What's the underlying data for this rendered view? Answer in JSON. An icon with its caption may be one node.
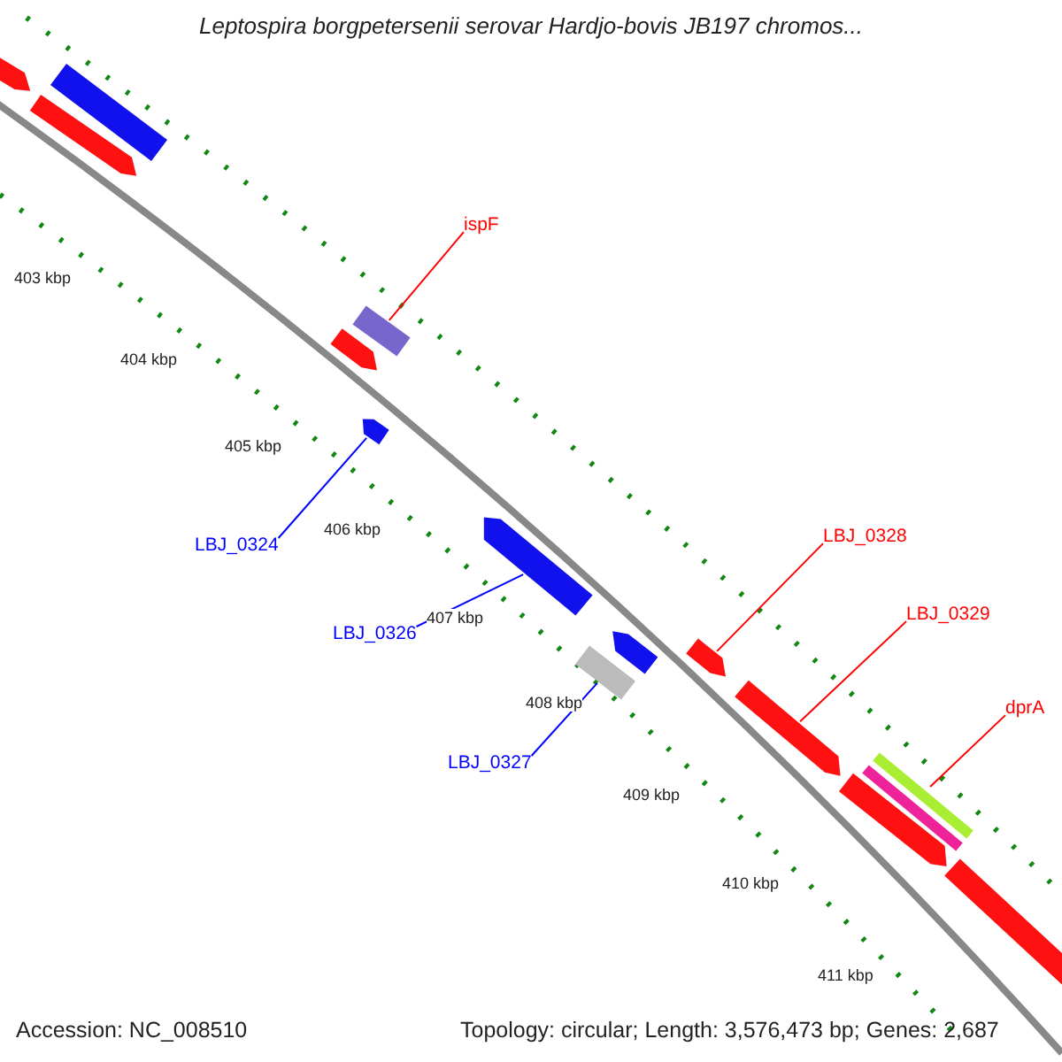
{
  "diagram": {
    "title": "Leptospira borgpetersenii serovar Hardjo-bovis JB197 chromos...",
    "nodes": [
      {
        "text": [],
        "shape": "arrow"
      },
      {
        "text": [],
        "shape": "bar"
      },
      {
        "text": [],
        "shape": "arrow"
      },
      {
        "text": [
          "ispF"
        ]
      },
      {
        "text": [],
        "shape": "bar"
      },
      {
        "text": [],
        "shape": "arrow"
      },
      {
        "text": [],
        "shape": "arrow"
      },
      {
        "text": [
          "LBJ_0324"
        ]
      },
      {
        "text": [],
        "shape": "arrow"
      },
      {
        "text": [
          "LBJ_0328"
        ]
      },
      {
        "text": [
          "LBJ_0326"
        ]
      },
      {
        "text": [],
        "shape": "arrow"
      },
      {
        "text": [],
        "shape": "bar"
      },
      {
        "text": [],
        "shape": "arrow"
      },
      {
        "text": [
          "LBJ_0329"
        ]
      },
      {
        "text": [],
        "shape": "arrow"
      },
      {
        "text": [
          "dprA"
        ]
      },
      {
        "text": [
          "LBJ_0327"
        ]
      },
      {
        "text": [],
        "shape": "bar"
      },
      {
        "text": [],
        "shape": "arrow"
      },
      {
        "text": [],
        "shape": "bar"
      }
    ],
    "edges": [
      {
        "from": 3,
        "to": 4,
        "arrow": "none"
      },
      {
        "from": 7,
        "to": 6,
        "arrow": "none",
        "color": "#0000ff"
      },
      {
        "from": 10,
        "to": 8,
        "arrow": "none",
        "color": "#0000ff"
      },
      {
        "from": 17,
        "to": 12,
        "arrow": "none",
        "color": "#0000ff"
      },
      {
        "from": 9,
        "to": 13,
        "arrow": "none"
      },
      {
        "from": 14,
        "to": 15,
        "arrow": "none"
      },
      {
        "from": 16,
        "to": 18,
        "arrow": "none"
      }
    ],
    "labels": [
      "403 kbp",
      "404 kbp",
      "405 kbp",
      "406 kbp",
      "407 kbp",
      "408 kbp",
      "409 kbp",
      "410 kbp",
      "411 kbp",
      "Accession: NC_008510",
      "Topology: circular; Length: 3,576,473 bp; Genes: 2,687"
    ]
  }
}
